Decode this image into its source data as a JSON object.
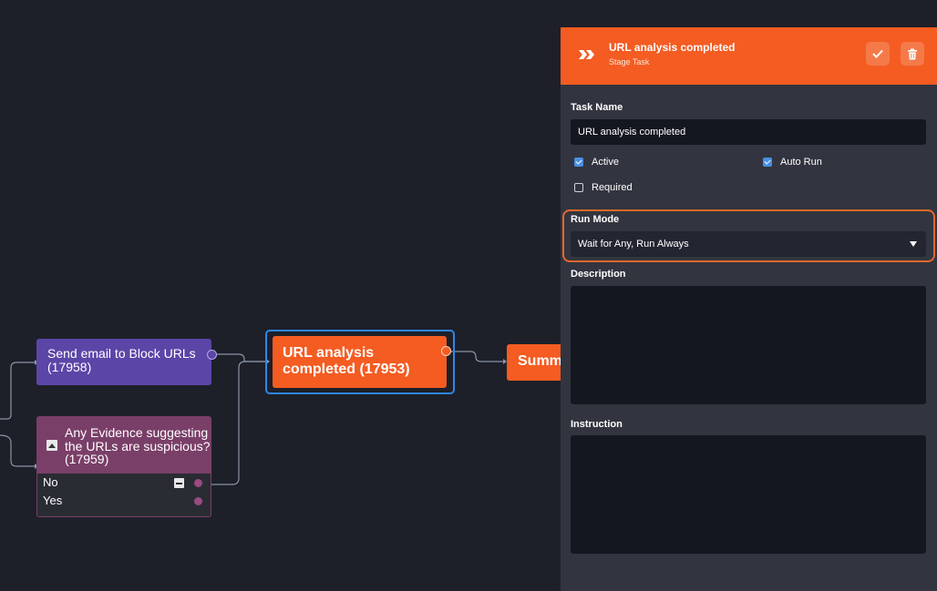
{
  "canvas": {
    "nodes": {
      "send_email": {
        "label": "Send email to Block URLs (17958)",
        "color": "#5b46a8"
      },
      "url_analysis": {
        "label": "URL analysis completed (17953)",
        "color": "#f45c22"
      },
      "summary": {
        "label": "Summ",
        "color": "#f45c22"
      },
      "evidence": {
        "label": "Any Evidence suggesting the URLs are suspicious? (17959)",
        "color": "#7a3f68",
        "branches": [
          {
            "label": "No"
          },
          {
            "label": "Yes"
          }
        ]
      }
    }
  },
  "panel": {
    "title": "URL analysis completed",
    "subtitle": "Stage Task",
    "header_color": "#f45c22",
    "task_name_label": "Task Name",
    "task_name_value": "URL analysis completed",
    "checkboxes": {
      "active": {
        "label": "Active",
        "checked": true
      },
      "auto_run": {
        "label": "Auto Run",
        "checked": true
      },
      "required": {
        "label": "Required",
        "checked": false
      }
    },
    "run_mode_label": "Run Mode",
    "run_mode_value": "Wait for Any, Run Always",
    "description_label": "Description",
    "instruction_label": "Instruction"
  }
}
